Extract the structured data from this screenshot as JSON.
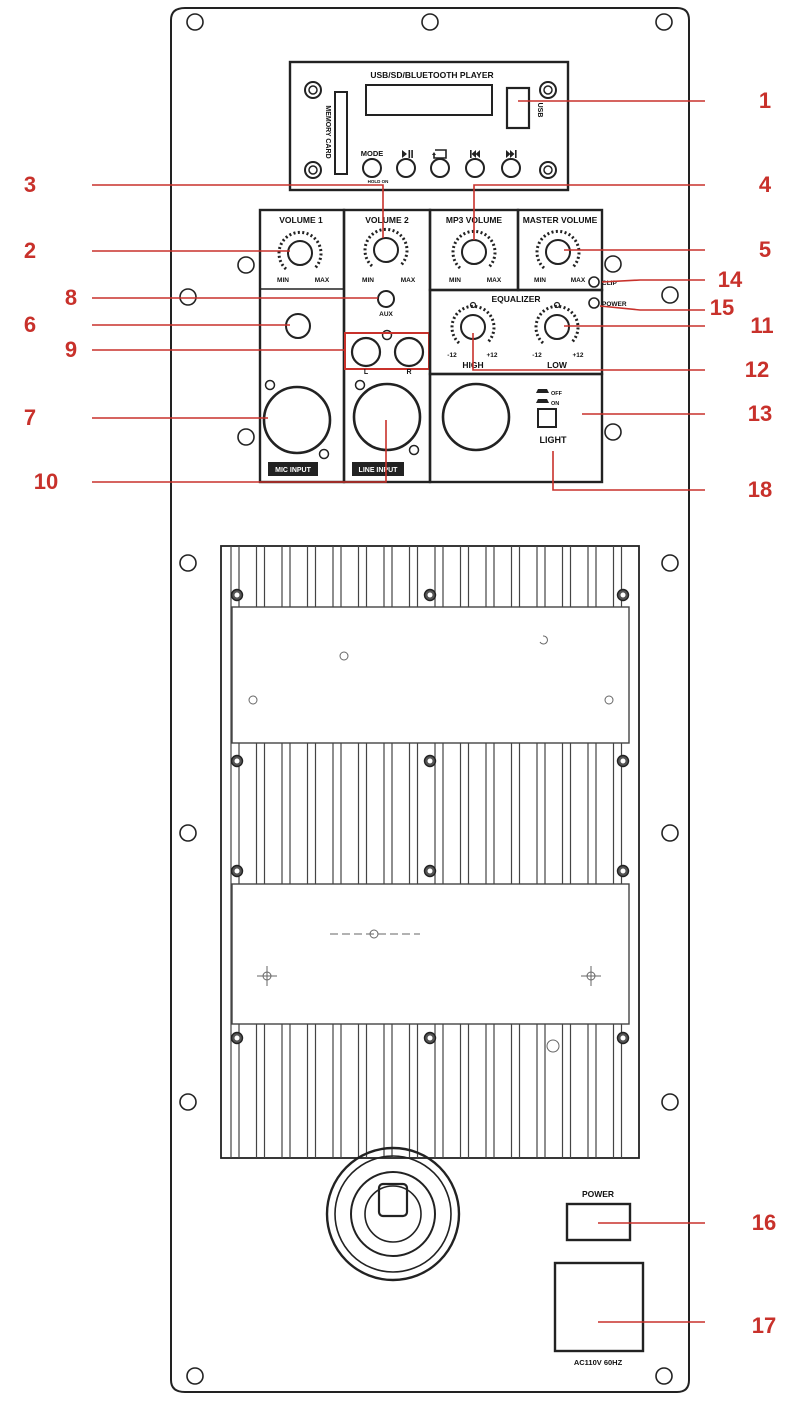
{
  "player": {
    "title": "USB/SD/BLUETOOTH PLAYER",
    "memory_card_label": "MEMORY CARD",
    "usb_label": "USB",
    "mode_label": "MODE",
    "mode_sub_label": "HOLD ON"
  },
  "controls": {
    "volume1": "VOLUME 1",
    "volume2": "VOLUME 2",
    "mp3_volume": "MP3 VOLUME",
    "master_volume": "MASTER VOLUME",
    "min": "MIN",
    "max": "MAX",
    "aux": "AUX",
    "left": "L",
    "right": "R",
    "clip": "CLIP",
    "power_led": "POWER",
    "equalizer": "EQUALIZER",
    "minus12": "-12",
    "plus12": "+12",
    "high": "HIGH",
    "low": "LOW",
    "mic_input": "MIC INPUT",
    "line_input": "LINE INPUT",
    "light": "LIGHT",
    "switch_off": "OFF",
    "switch_on": "ON",
    "power_switch": "POWER",
    "ac_rating": "AC110V 60HZ"
  },
  "callouts": [
    "1",
    "2",
    "3",
    "4",
    "5",
    "6",
    "7",
    "8",
    "9",
    "10",
    "11",
    "12",
    "13",
    "14",
    "15",
    "16",
    "17",
    "18"
  ],
  "colors": {
    "callout": "#c8312b",
    "line_art": "#222222"
  }
}
